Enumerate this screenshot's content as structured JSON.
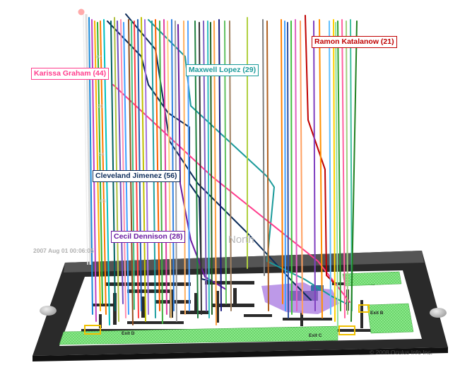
{
  "labels": [
    {
      "key": "ramon",
      "text": "Ramon Katalanow (21)",
      "color": "#c00000"
    },
    {
      "key": "karissa",
      "text": "Karissa Graham (44)",
      "color": "#ff3c8c"
    },
    {
      "key": "maxwell",
      "text": "Maxwell Lopez (29)",
      "color": "#1a9a9a"
    },
    {
      "key": "cleveland",
      "text": "Cleveland Jimenez (56)",
      "color": "#0c2c5a"
    },
    {
      "key": "cecil",
      "text": "Cecil Dennison (28)",
      "color": "#6a1aa0"
    }
  ],
  "timestamp": "2007 Aug 01 00:06:05",
  "axis_ticks": [
    ":02",
    ":20",
    ":54",
    ":05"
  ],
  "compass": "North",
  "exits": {
    "d": "Exit D",
    "c": "Exit C",
    "b": "Exit B"
  },
  "copyright": "© 2008 Oculus Info Inc.",
  "colors": {
    "floor": "#222222",
    "floor_edge": "#444444",
    "plan": "#ffffff",
    "hotspot": "#b68ee6",
    "lawn": "#7fe07f"
  },
  "icons": [
    "start-marker-icon",
    "nav-knob-left-icon",
    "nav-knob-right-icon"
  ]
}
